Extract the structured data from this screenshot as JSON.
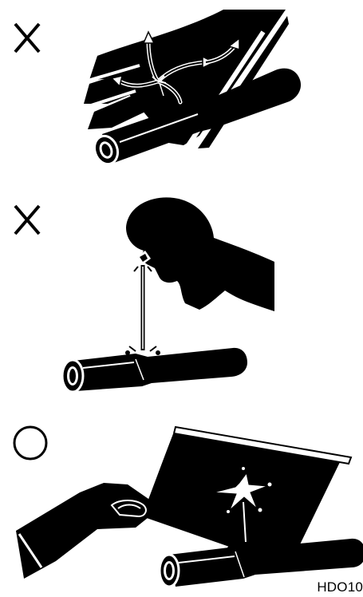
{
  "figure_code": "HDO10",
  "panels": [
    {
      "mark": "incorrect",
      "mark_icon": "x-mark-icon",
      "depiction": "hand-feeling-pipe-leak-icon"
    },
    {
      "mark": "incorrect",
      "mark_icon": "x-mark-icon",
      "depiction": "face-over-pipe-leak-icon"
    },
    {
      "mark": "correct",
      "mark_icon": "circle-mark-icon",
      "depiction": "cardboard-test-leak-icon"
    }
  ],
  "colors": {
    "ink": "#000000",
    "background": "#ffffff"
  }
}
